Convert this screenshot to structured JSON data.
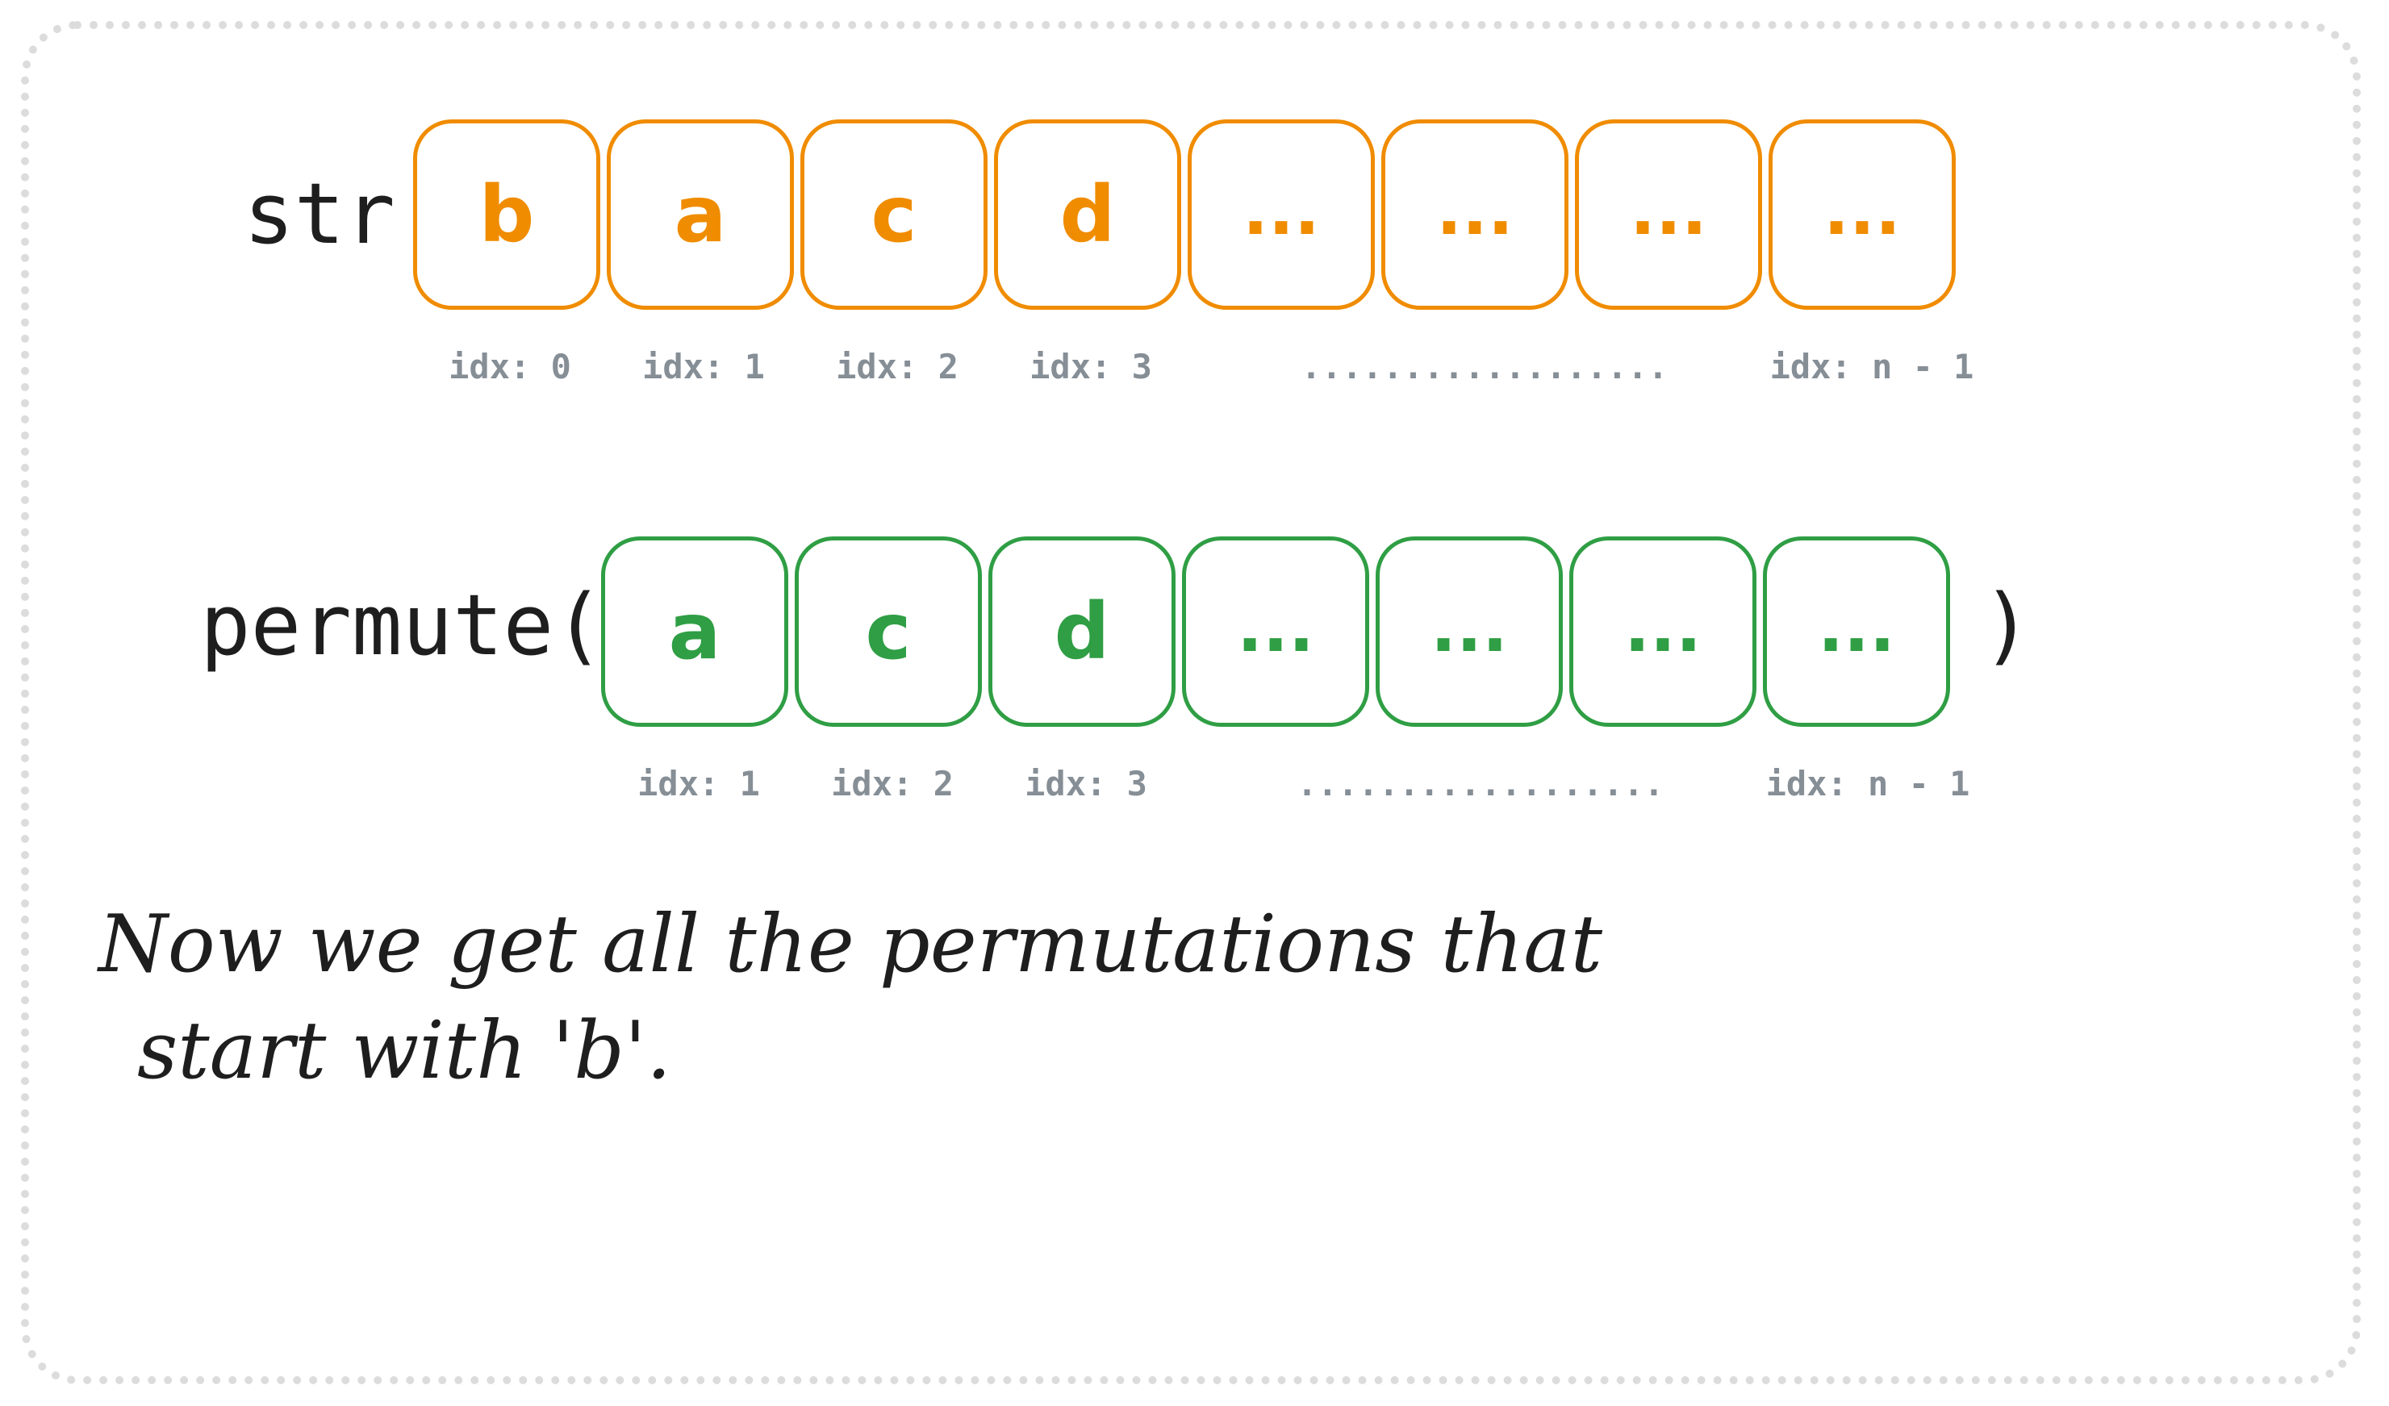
{
  "str_label": "str",
  "str_cells": [
    "b",
    "a",
    "c",
    "d",
    "...",
    "...",
    "...",
    "..."
  ],
  "str_indices": [
    "idx: 0",
    "idx: 1",
    "idx: 2",
    "idx: 3",
    "..................",
    "idx: n - 1"
  ],
  "permute_label": "permute(",
  "permute_close": ")",
  "permute_cells": [
    "a",
    "c",
    "d",
    "...",
    "...",
    "...",
    "..."
  ],
  "permute_indices": [
    "idx: 1",
    "idx: 2",
    "idx: 3",
    "..................",
    "idx: n - 1"
  ],
  "note": {
    "line1": "Now we get all the permutations that",
    "line2": "start with 'b'."
  },
  "colors": {
    "str": "#f08c00",
    "permute": "#2f9e44",
    "index_text": "#868e96",
    "frame": "#dcdcdc"
  }
}
